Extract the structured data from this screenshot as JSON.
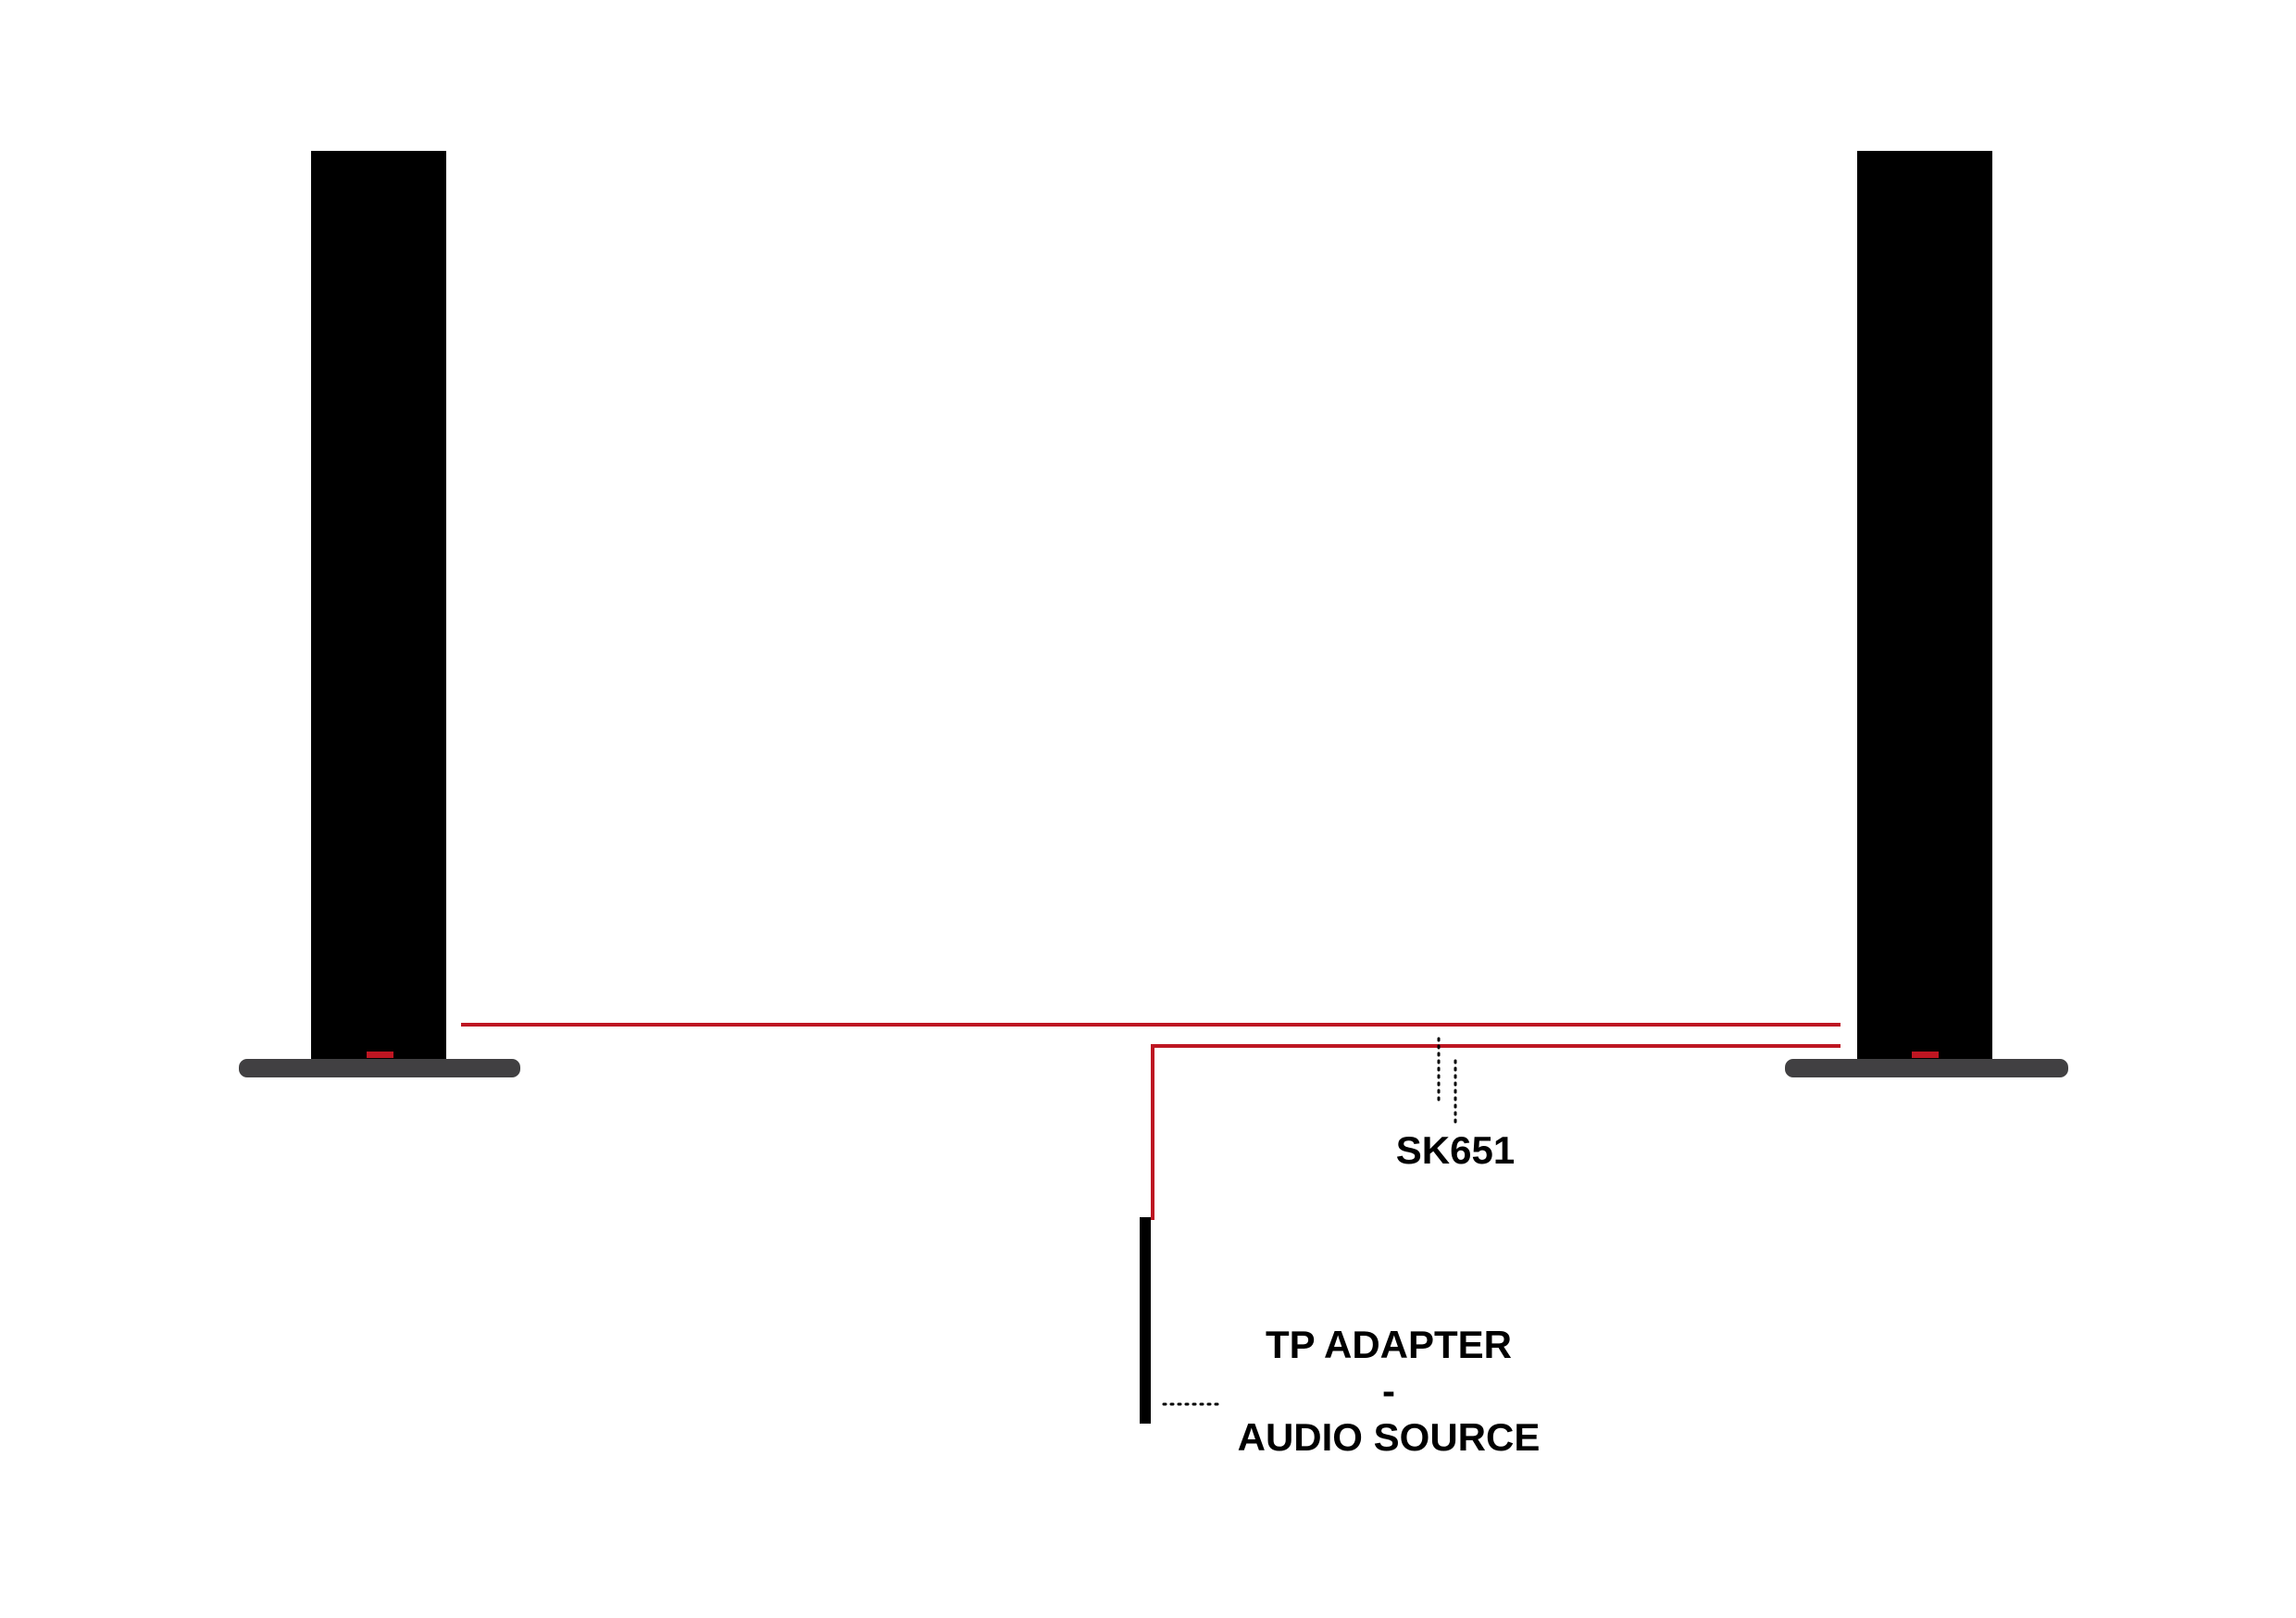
{
  "labels": {
    "cable": "SK651",
    "adapter_line1": "TP ADAPTER",
    "adapter_sep": "-",
    "adapter_line2": "AUDIO SOURCE"
  },
  "colors": {
    "speaker": "#000000",
    "base": "#414042",
    "cable": "#be1622",
    "background": "#ffffff"
  }
}
